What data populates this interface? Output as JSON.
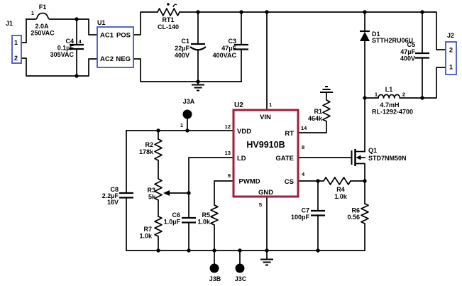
{
  "components": {
    "j1": {
      "ref": "J1",
      "pin1": "1",
      "pin2": "2"
    },
    "f1": {
      "ref": "F1",
      "pin": "1",
      "current": "2.0A",
      "voltage": "250VAC"
    },
    "c4": {
      "ref": "C4",
      "value": "0.1µF",
      "voltage": "305VAC",
      "pin": "4"
    },
    "u1": {
      "ref": "U1",
      "pin_ac1": "AC1",
      "pin_pos": "POS",
      "pin_ac2": "AC2",
      "pin_neg": "NEG"
    },
    "rt1": {
      "ref": "RT1",
      "part": "CL-140"
    },
    "c1": {
      "ref": "C1",
      "value": "22µF",
      "voltage": "400V"
    },
    "c3": {
      "ref": "C3",
      "value": "47µF",
      "voltage": "400VAC"
    },
    "d1": {
      "ref": "D1",
      "part": "STTH2RU06U"
    },
    "c5": {
      "ref": "C5",
      "value": "47µF",
      "voltage": "400V"
    },
    "j2": {
      "ref": "J2",
      "pin2": "2",
      "pin1": "1"
    },
    "l1": {
      "ref": "L1",
      "pin1": "1",
      "pin2": "2",
      "value": "4.7mH",
      "part": "RL-1292-4700"
    },
    "u2": {
      "ref": "U2",
      "part": "HV9910B",
      "pins": {
        "vin": {
          "name": "VIN",
          "num": "1"
        },
        "vdd": {
          "name": "VDD",
          "num": "12"
        },
        "ld": {
          "name": "LD",
          "num": "13"
        },
        "pwmd": {
          "name": "PWMD",
          "num": "9"
        },
        "rt": {
          "name": "RT",
          "num": "14"
        },
        "gate": {
          "name": "GATE",
          "num": "8"
        },
        "cs": {
          "name": "CS",
          "num": "4"
        },
        "gnd": {
          "name": "GND",
          "num": "5"
        }
      }
    },
    "r1": {
      "ref": "R1",
      "value": "464k"
    },
    "q1": {
      "ref": "Q1",
      "part": "STD7NM50N"
    },
    "r2": {
      "ref": "R2",
      "value": "178k"
    },
    "r3": {
      "ref": "R3",
      "value": "5k"
    },
    "r7": {
      "ref": "R7",
      "value": "1.0k"
    },
    "c8": {
      "ref": "C8",
      "value": "2.2µF",
      "voltage": "16V"
    },
    "c6": {
      "ref": "C6",
      "value": "1.0µF"
    },
    "r5": {
      "ref": "R5",
      "value": "1.0k"
    },
    "r4": {
      "ref": "R4",
      "value": "1.0k"
    },
    "c7": {
      "ref": "C7",
      "value": "100pF"
    },
    "r6": {
      "ref": "R6",
      "value": "0.56"
    },
    "j3a": {
      "ref": "J3A",
      "pin": "1"
    },
    "j3b": {
      "ref": "J3B"
    },
    "j3c": {
      "ref": "J3C"
    }
  },
  "colors": {
    "wire": "#000000",
    "connector_outline": "#4355bf",
    "ic_outline": "#a21c3c",
    "text": "#000000",
    "background": "#ffffff"
  }
}
